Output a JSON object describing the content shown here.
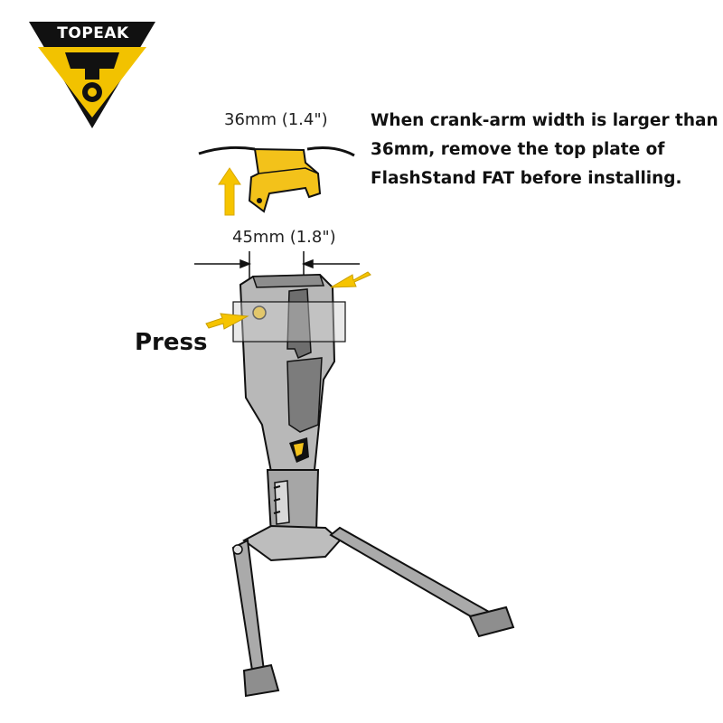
{
  "brand": {
    "name": "TOPEAK"
  },
  "labels": {
    "top_width": "36mm (1.4\")",
    "mid_width": "45mm (1.8\")",
    "press": "Press"
  },
  "note": {
    "lines": [
      "When crank-arm width is larger than",
      "36mm, remove the top plate of",
      "FlashStand FAT before installing."
    ]
  },
  "colors": {
    "brand_yellow": "#f2c200",
    "logo_black": "#111111",
    "arrow_yellow": "#f6c400",
    "stand_gray": "#9a9a9a",
    "outline": "#222222"
  }
}
